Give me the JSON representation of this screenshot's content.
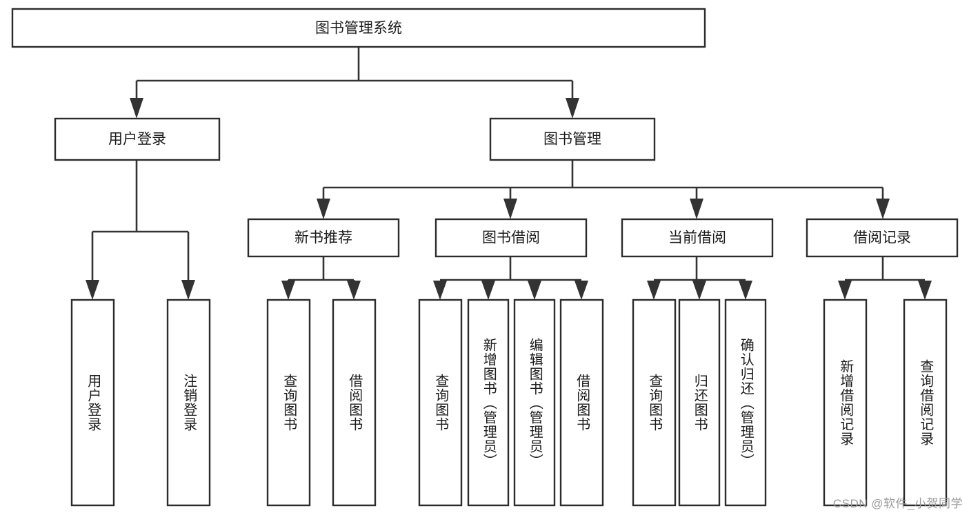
{
  "diagram": {
    "type": "tree-hierarchy",
    "title": "图书管理系统",
    "watermark": "CSDN @软件_小贺同学",
    "root": {
      "id": "root",
      "label": "图书管理系统",
      "orientation": "horizontal"
    },
    "level2": [
      {
        "id": "user-login",
        "label": "用户登录",
        "orientation": "horizontal"
      },
      {
        "id": "book-manage",
        "label": "图书管理",
        "orientation": "horizontal"
      }
    ],
    "level3": [
      {
        "id": "new-book-rec",
        "label": "新书推荐",
        "orientation": "horizontal",
        "parent": "book-manage"
      },
      {
        "id": "book-borrow",
        "label": "图书借阅",
        "orientation": "horizontal",
        "parent": "book-manage"
      },
      {
        "id": "current-borrow",
        "label": "当前借阅",
        "orientation": "horizontal",
        "parent": "book-manage"
      },
      {
        "id": "borrow-record",
        "label": "借阅记录",
        "orientation": "horizontal",
        "parent": "book-manage"
      }
    ],
    "leaves": [
      {
        "id": "leaf-user-login",
        "label": "用户登录",
        "parent": "user-login",
        "orientation": "vertical"
      },
      {
        "id": "leaf-user-logout",
        "label": "注销登录",
        "parent": "user-login",
        "orientation": "vertical"
      },
      {
        "id": "leaf-rec-query-book",
        "label": "查询图书",
        "parent": "new-book-rec",
        "orientation": "vertical"
      },
      {
        "id": "leaf-rec-borrow-book",
        "label": "借阅图书",
        "parent": "new-book-rec",
        "orientation": "vertical"
      },
      {
        "id": "leaf-borrow-query-book",
        "label": "查询图书",
        "parent": "book-borrow",
        "orientation": "vertical"
      },
      {
        "id": "leaf-borrow-add-book",
        "label": "新增图书（管理员）",
        "parent": "book-borrow",
        "orientation": "vertical"
      },
      {
        "id": "leaf-borrow-edit-book",
        "label": "编辑图书（管理员）",
        "parent": "book-borrow",
        "orientation": "vertical"
      },
      {
        "id": "leaf-borrow-borrow-book",
        "label": "借阅图书",
        "parent": "book-borrow",
        "orientation": "vertical"
      },
      {
        "id": "leaf-current-query-book",
        "label": "查询图书",
        "parent": "current-borrow",
        "orientation": "vertical"
      },
      {
        "id": "leaf-current-return-book",
        "label": "归还图书",
        "parent": "current-borrow",
        "orientation": "vertical"
      },
      {
        "id": "leaf-current-confirm-return",
        "label": "确认归还（管理员）",
        "parent": "current-borrow",
        "orientation": "vertical"
      },
      {
        "id": "leaf-record-add",
        "label": "新增借阅记录",
        "parent": "borrow-record",
        "orientation": "vertical"
      },
      {
        "id": "leaf-record-query",
        "label": "查询借阅记录",
        "parent": "borrow-record",
        "orientation": "vertical"
      }
    ],
    "colors": {
      "box_border": "#2b2b2b",
      "connector": "#333333",
      "background": "#ffffff",
      "text": "#1b1b1b",
      "watermark": "#9a9a9a"
    }
  }
}
